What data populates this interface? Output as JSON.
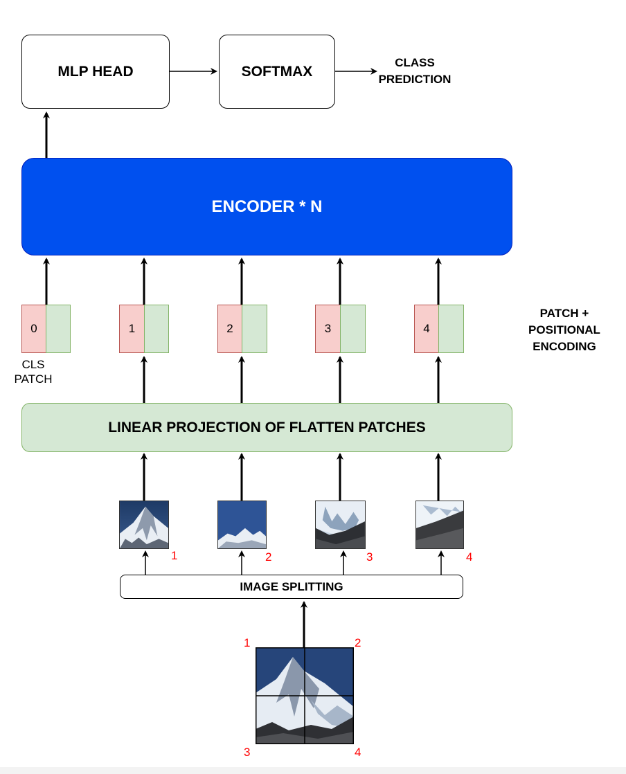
{
  "top": {
    "mlp_head": "MLP HEAD",
    "softmax": "SOFTMAX",
    "class_prediction_line1": "CLASS",
    "class_prediction_line2": "PREDICTION"
  },
  "encoder": {
    "label": "ENCODER * N"
  },
  "embeddings": {
    "indices": [
      "0",
      "1",
      "2",
      "3",
      "4"
    ],
    "cls_line1": "CLS",
    "cls_line2": "PATCH",
    "side_label_line1": "PATCH +",
    "side_label_line2": "POSITIONAL",
    "side_label_line3": "ENCODING"
  },
  "linear_projection": {
    "label": "LINEAR PROJECTION OF FLATTEN PATCHES"
  },
  "patches": {
    "numbers": [
      "1",
      "2",
      "3",
      "4"
    ]
  },
  "image_splitting": {
    "label": "IMAGE SPLITTING"
  },
  "input_image": {
    "corner_numbers": [
      "1",
      "2",
      "3",
      "4"
    ]
  },
  "colors": {
    "encoder": "#0050ef",
    "linear": "#d5e8d4",
    "patch_red": "#f8cecc",
    "patch_green": "#d5e8d4",
    "number_red": "#ff0000"
  }
}
